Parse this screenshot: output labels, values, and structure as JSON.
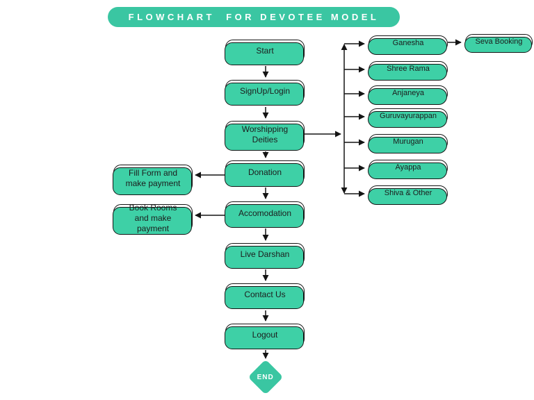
{
  "title": "FLOWCHART  FOR DEVOTEE MODEL",
  "colors": {
    "teal": "#3AC6A2",
    "shadow_teal": "#3ED0A6",
    "border": "#141414",
    "background": "#FFFFFF"
  },
  "nodes": {
    "start": "Start",
    "signup": "SignUp/Login",
    "worship": "Worshipping Deities",
    "donation": "Donation",
    "accomodation": "Accomodation",
    "live_darshan": "Live Darshan",
    "contact": "Contact Us",
    "logout": "Logout",
    "end": "END",
    "fill_form": "Fill Form and make payment",
    "book_rooms": "Book Rooms and make payment",
    "seva_booking": "Seva Booking",
    "deities": [
      "Ganesha",
      "Shree Rama",
      "Anjaneya",
      "Guruvayurappan",
      "Murugan",
      "Ayappa",
      "Shiva & Other"
    ]
  }
}
